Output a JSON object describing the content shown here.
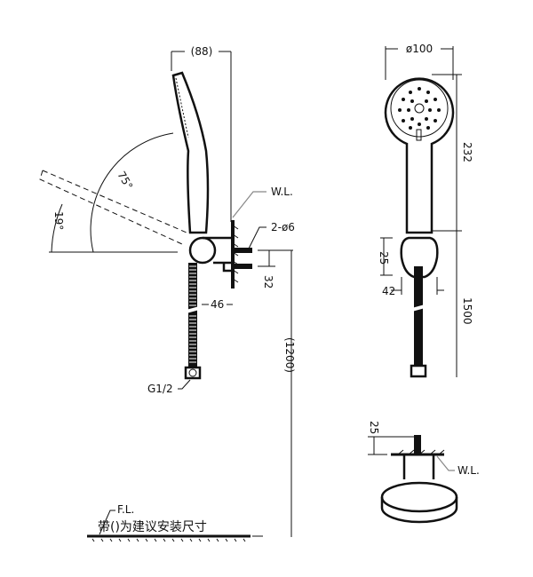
{
  "side_view": {
    "depth_dim": "(88)",
    "angle_radius_label": "75°",
    "angle_label": "19°",
    "wall_label": "W.L.",
    "screw_label": "2-ø6",
    "screw_spacing_dim": "32",
    "bracket_width_dim": "46",
    "install_height_dim": "(1200)",
    "thread_label": "G1/2",
    "floor_label": "F.L.",
    "note": "带()为建议安装尺寸"
  },
  "front_view": {
    "head_diameter_dim": "ø100",
    "handle_length_dim": "232",
    "holder_height_dim": "25",
    "holder_width_dim": "42",
    "hose_length_dim": "1500"
  },
  "top_view": {
    "projection_dim": "25",
    "wall_label": "W.L."
  }
}
